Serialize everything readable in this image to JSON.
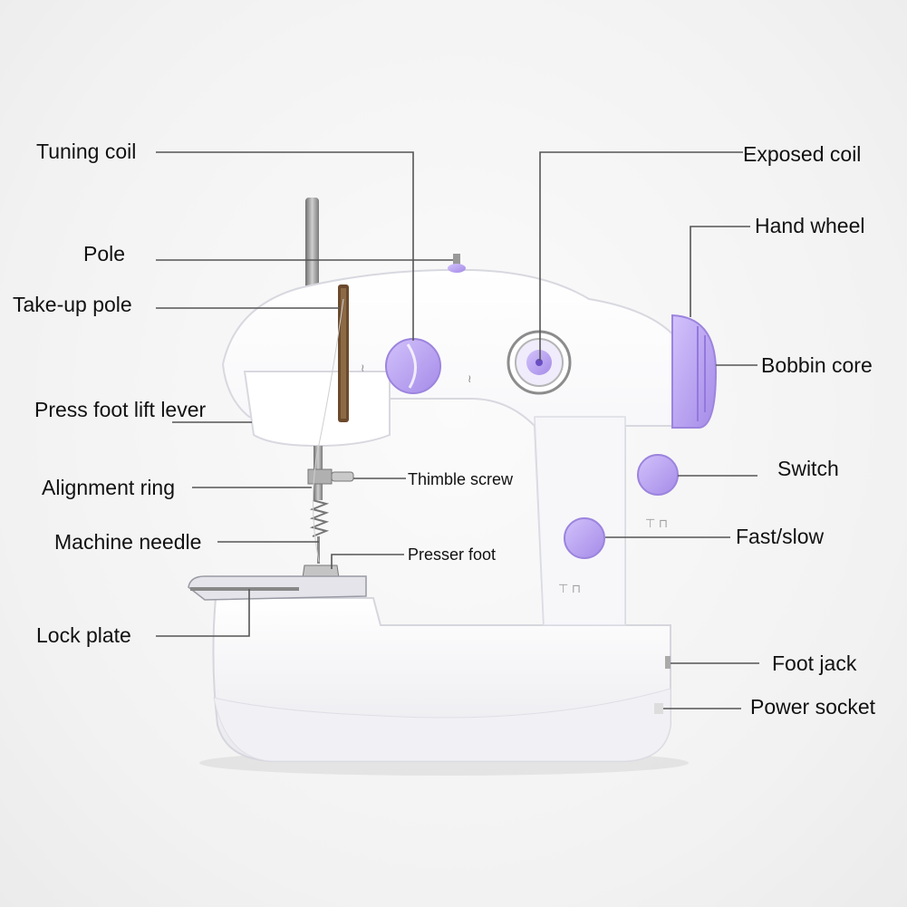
{
  "labels": {
    "tuning_coil": "Tuning coil",
    "pole": "Pole",
    "take_up_pole": "Take-up pole",
    "press_foot_lift_lever": "Press foot lift lever",
    "alignment_ring": "Alignment ring",
    "machine_needle": "Machine needle",
    "lock_plate": "Lock plate",
    "thimble_screw": "Thimble screw",
    "presser_foot": "Presser foot",
    "exposed_coil": "Exposed coil",
    "hand_wheel": "Hand wheel",
    "bobbin_core": "Bobbin core",
    "switch": "Switch",
    "fast_slow": "Fast/slow",
    "foot_jack": "Foot jack",
    "power_socket": "Power socket"
  },
  "colors": {
    "body": "#ffffff",
    "accent": "#b9a3f0",
    "accent_dark": "#8a6fd6",
    "shadow": "#dcdce4",
    "metal": "#9a9a9a",
    "leader": "#555555"
  }
}
